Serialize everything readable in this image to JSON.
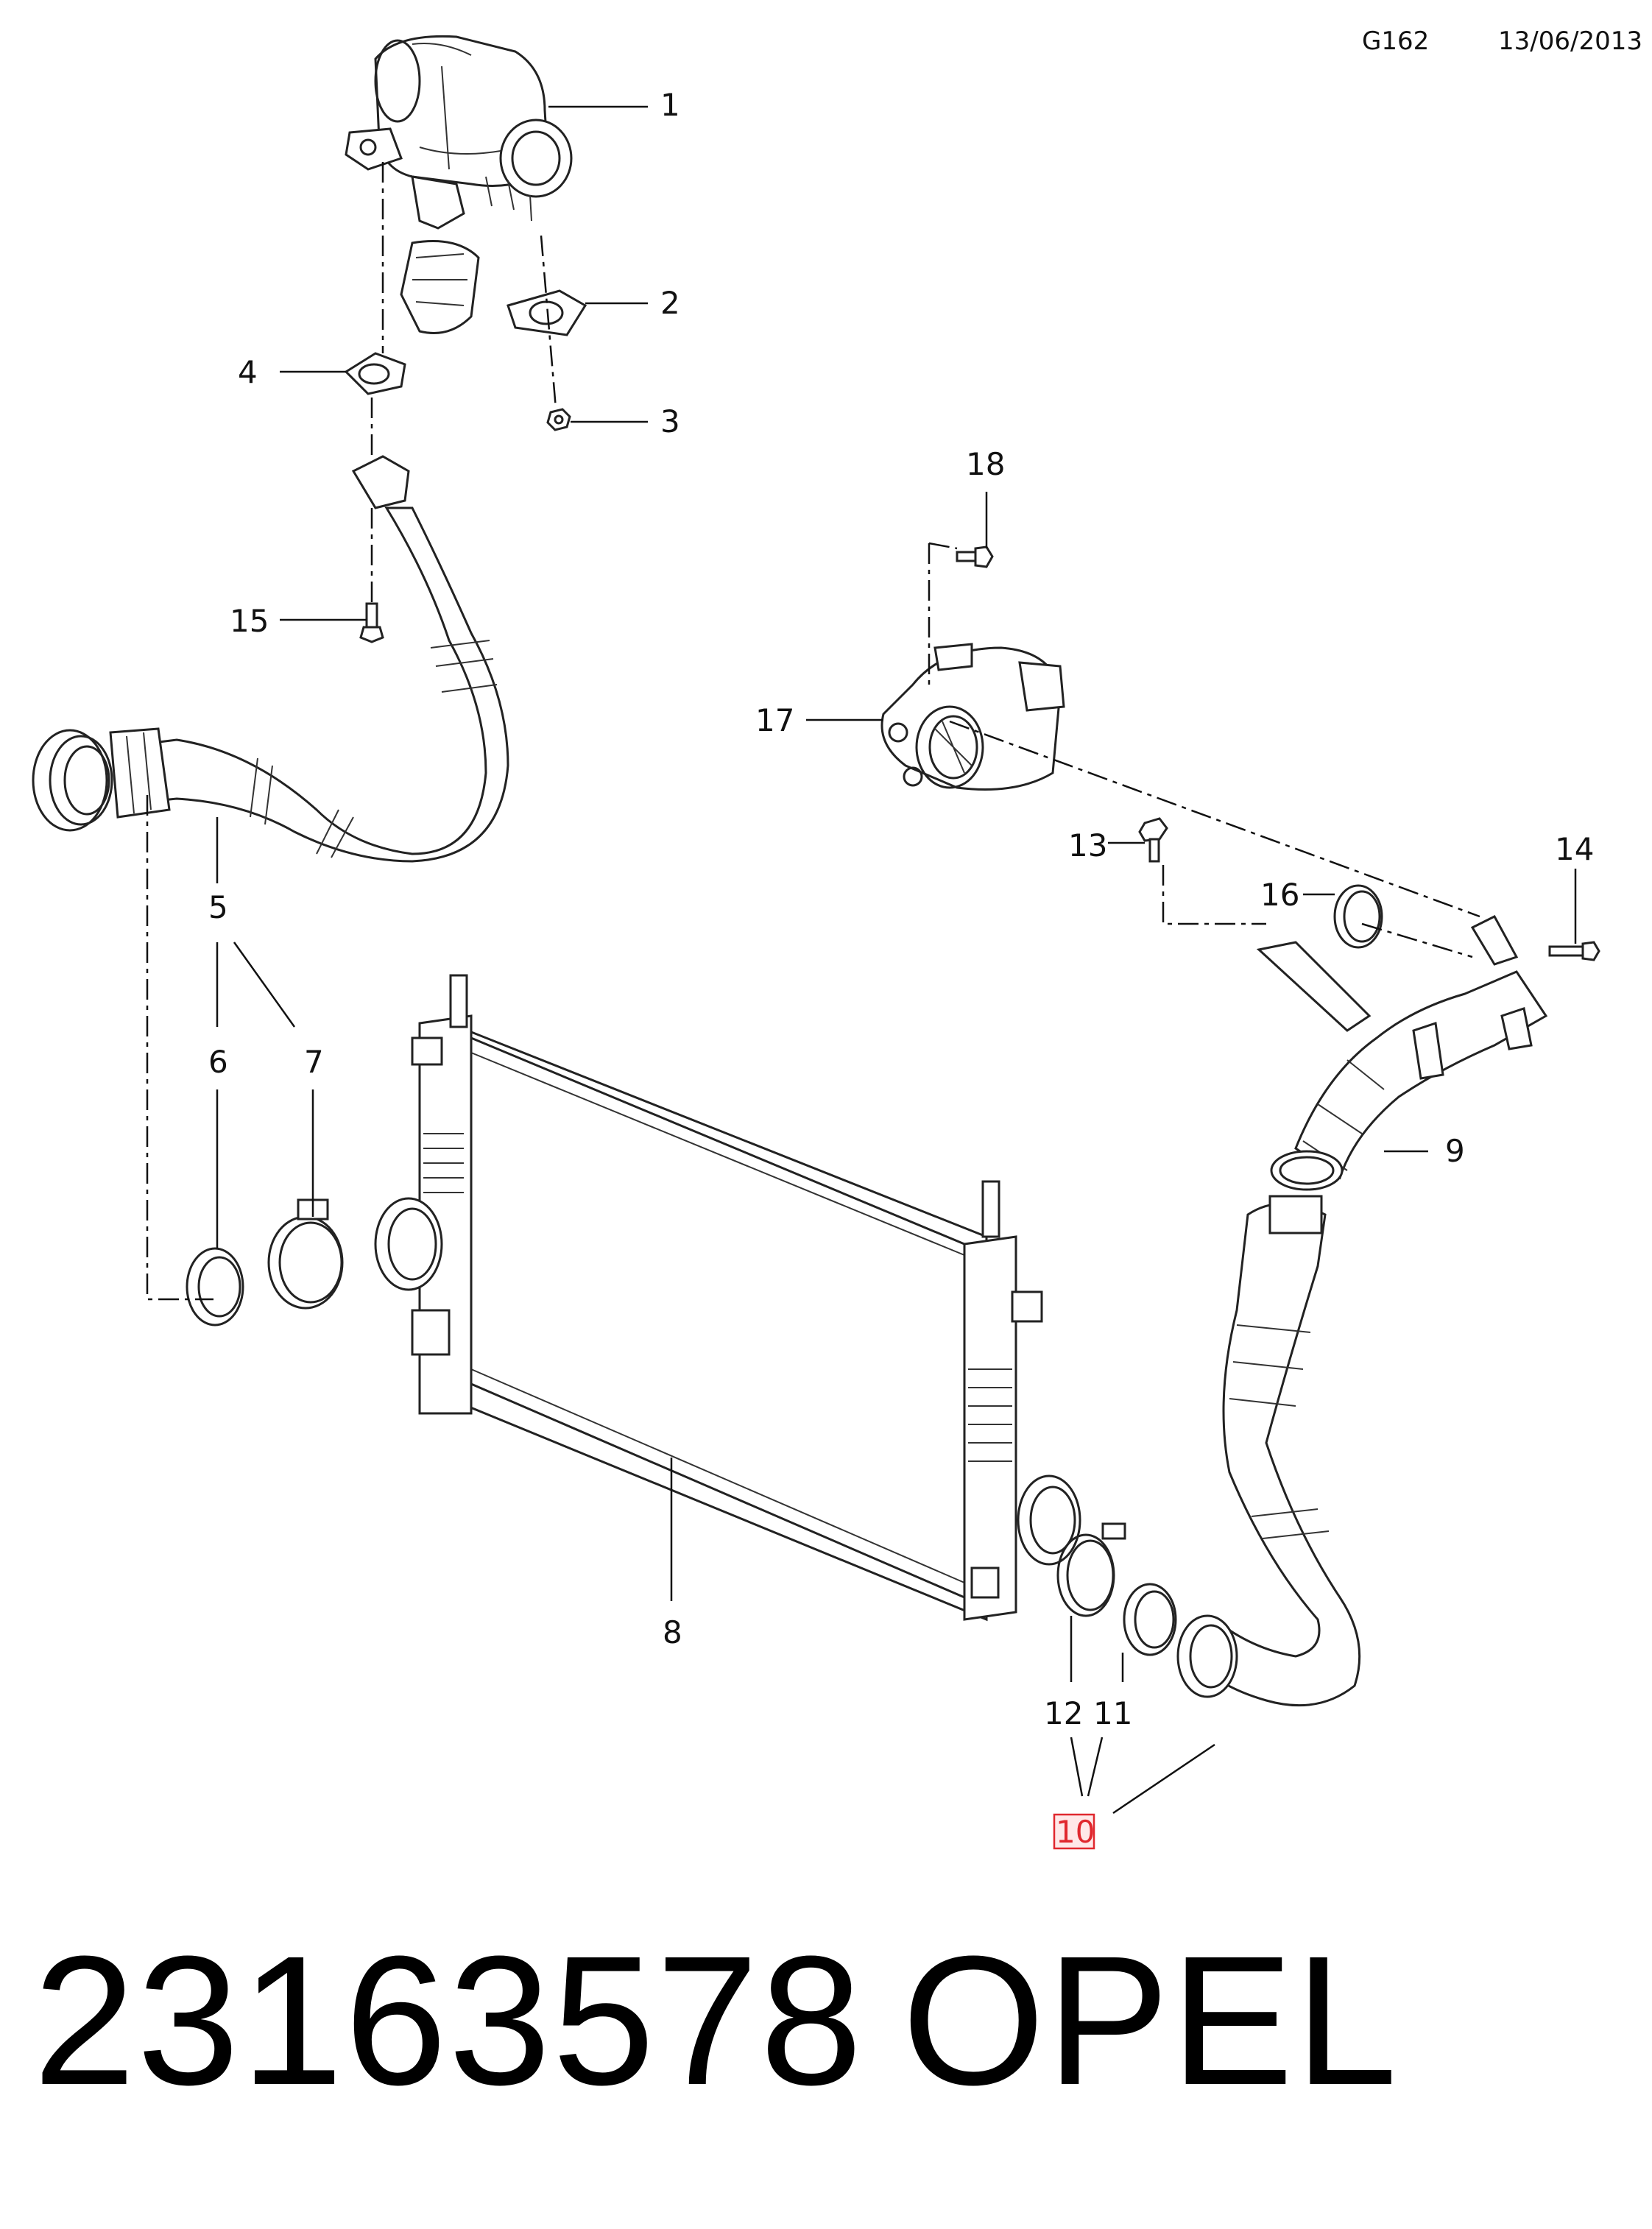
{
  "header": {
    "diagram_code": "G162",
    "date": "13/06/2013"
  },
  "callouts": {
    "c1": "1",
    "c2": "2",
    "c3": "3",
    "c4": "4",
    "c5": "5",
    "c6": "6",
    "c7": "7",
    "c8": "8",
    "c9": "9",
    "c10": "10",
    "c11": "11",
    "c12": "12",
    "c13": "13",
    "c14": "14",
    "c15": "15",
    "c16": "16",
    "c17": "17",
    "c18": "18"
  },
  "highlighted_callout": "10",
  "highlight_color": "#e0282e",
  "footer": {
    "part_number": "23163578",
    "brand": "OPEL"
  }
}
